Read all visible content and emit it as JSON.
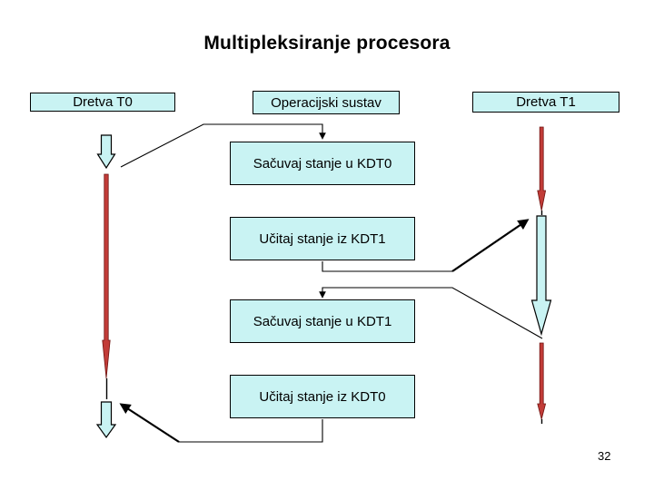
{
  "title": "Multipleksiranje procesora",
  "page_number": "32",
  "headers": {
    "t0": "Dretva T0",
    "os": "Operacijski sustav",
    "t1": "Dretva T1"
  },
  "os_actions": [
    {
      "label": "Sačuvaj stanje u KDT0"
    },
    {
      "label": "Učitaj stanje iz KDT1"
    },
    {
      "label": "Sačuvaj stanje u KDT1"
    },
    {
      "label": "Učitaj stanje iz KDT0"
    }
  ],
  "flow": [
    {
      "from": "Dretva T0",
      "to": "Sačuvaj stanje u KDT0",
      "style": "thin-arrow"
    },
    {
      "from": "Učitaj stanje iz KDT1",
      "to": "Dretva T1",
      "style": "bold-arrow"
    },
    {
      "from": "Dretva T1",
      "to": "Sačuvaj stanje u KDT1",
      "style": "thin-arrow"
    },
    {
      "from": "Učitaj stanje iz KDT0",
      "to": "Dretva T0",
      "style": "bold-arrow"
    }
  ],
  "colors": {
    "background": "#ffffff",
    "text": "#000000",
    "box_fill": "#c9f3f3",
    "box_border": "#000000",
    "running_arrow_fill": "#c9f3f3",
    "inactive_arrow_fill": "#c23c38",
    "inactive_arrow_border": "#6e1310",
    "connector": "#000000"
  }
}
